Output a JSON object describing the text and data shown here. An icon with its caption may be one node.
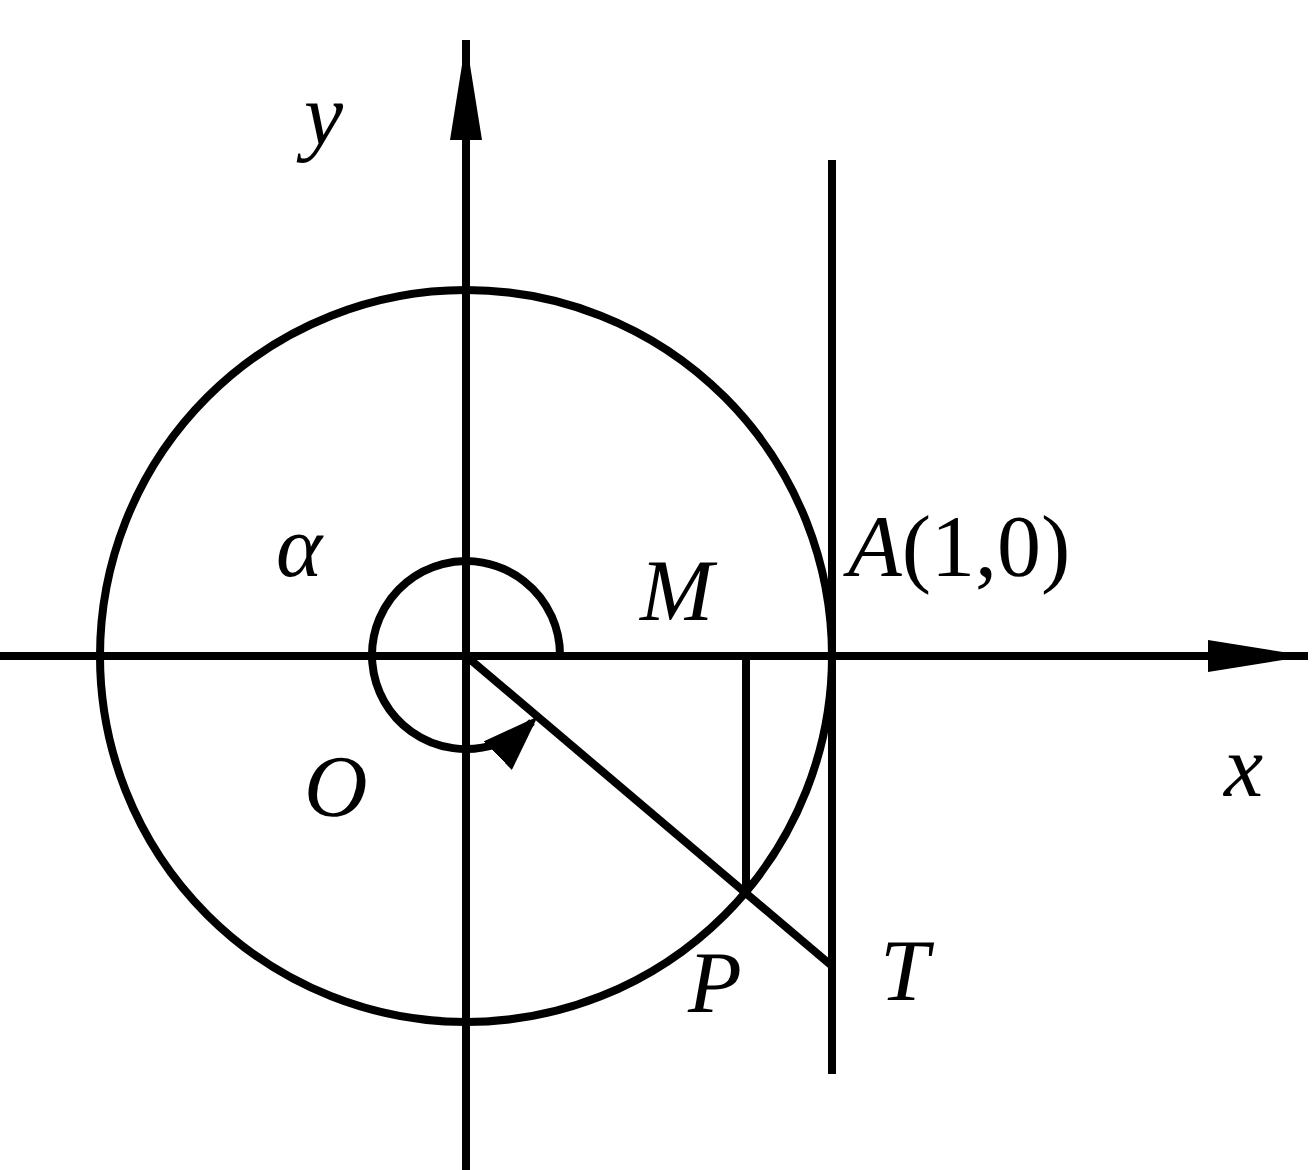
{
  "diagram": {
    "labels": [
      "y",
      "α",
      "M",
      "*A*(1,0)",
      "O",
      "x",
      "P",
      "T"
    ]
  }
}
